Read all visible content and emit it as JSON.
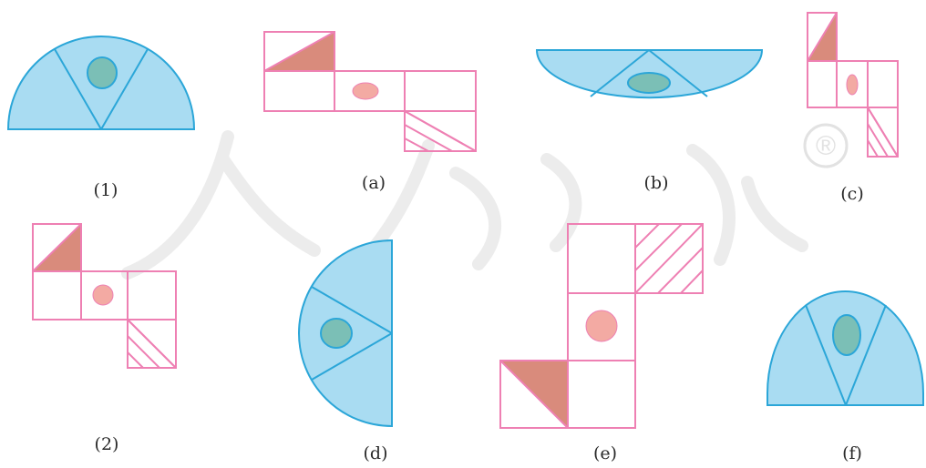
{
  "colors": {
    "sector_fill": "#a9dcf2",
    "sector_stroke": "#2ba6d8",
    "ellipse_fill": "#7bbfb6",
    "grid_stroke": "#ee80b3",
    "triangle_fill": "#d98b7c",
    "dot_fill": "#f3aaa3",
    "hatch_stroke": "#ee80b3",
    "watermark": "#e6e6e6"
  },
  "labels": {
    "fig1": "(1)",
    "figa": "(a)",
    "figb": "(b)",
    "figc": "(c)",
    "fig2": "(2)",
    "figd": "(d)",
    "fige": "(e)",
    "figf": "(f)"
  },
  "watermark": {
    "registered": "®"
  }
}
